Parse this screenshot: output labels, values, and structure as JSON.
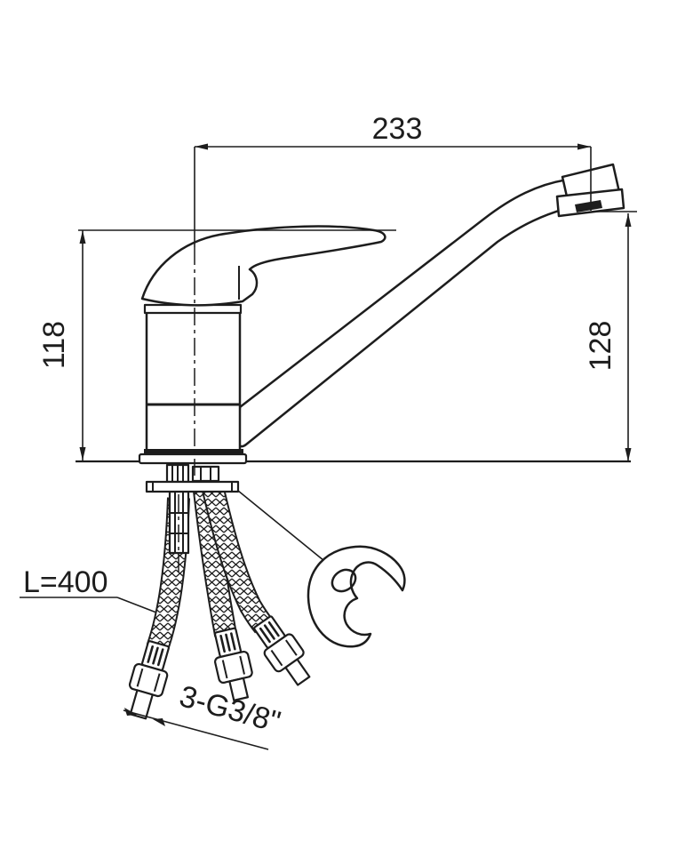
{
  "drawing": {
    "top_dimension": "233",
    "left_dimension": "118",
    "right_dimension": "128",
    "hose_length_label": "L=400",
    "thread_spec_label": "3-G3/8\"",
    "colors": {
      "line": "#1d1d1d",
      "background": "#ffffff"
    }
  }
}
